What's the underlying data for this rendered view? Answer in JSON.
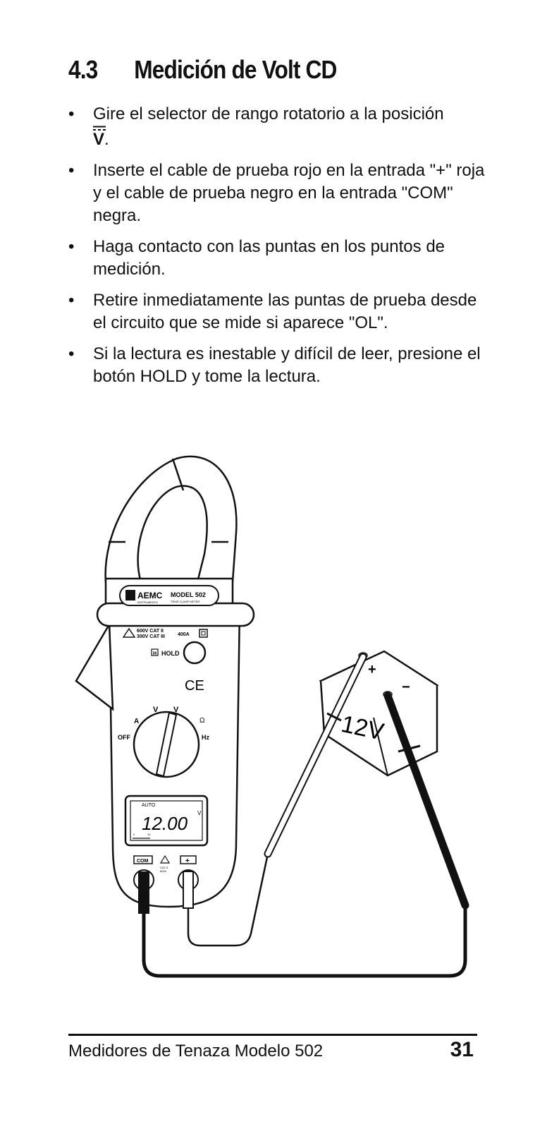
{
  "section": {
    "number": "4.3",
    "title": "Medición de Volt CD"
  },
  "bullets": [
    {
      "text": "Gire el selector de rango rotatorio a la posición",
      "symbol": "V",
      "tail": "."
    },
    {
      "text": "Inserte el cable de prueba rojo en la entrada \"+\" roja y el cable de prueba negro en la entrada \"COM\" negra."
    },
    {
      "text": "Haga contacto con las puntas en los puntos de medición."
    },
    {
      "text": "Retire inmediatamente las puntas de prueba desde el circuito que se mide si aparece \"OL\"."
    },
    {
      "text": "Si la lectura es inestable y difícil de leer, presione el botón HOLD y tome la lectura."
    }
  ],
  "bullet_char": "•",
  "meter": {
    "brand": "AEMC",
    "brand_sub": "INSTRUMENTS",
    "model": "MODEL 502",
    "model_sub": "TRMS CLAMP METER",
    "rating_line1": "600V CAT II",
    "rating_line2": "300V CAT III",
    "rating_current": "400A",
    "hold_label": "HOLD",
    "hold_h": "H",
    "ce_mark": "CE",
    "dial_a": "A",
    "dial_v_ac": "V",
    "dial_v_dc": "V",
    "dial_ohm": "Ω",
    "dial_off": "OFF",
    "dial_hz": "Hz",
    "lcd_auto": "AUTO",
    "lcd_reading": "12.00",
    "lcd_unit": "V",
    "lcd_scale_0": "0",
    "lcd_scale_10": "10",
    "jack_com": "COM",
    "jack_plus": "+",
    "jack_rating1": "CAT II",
    "jack_rating2": "600V"
  },
  "battery": {
    "label": "12V",
    "plus": "+",
    "minus": "−"
  },
  "footer": {
    "title": "Medidores de Tenaza Modelo 502",
    "page": "31"
  }
}
